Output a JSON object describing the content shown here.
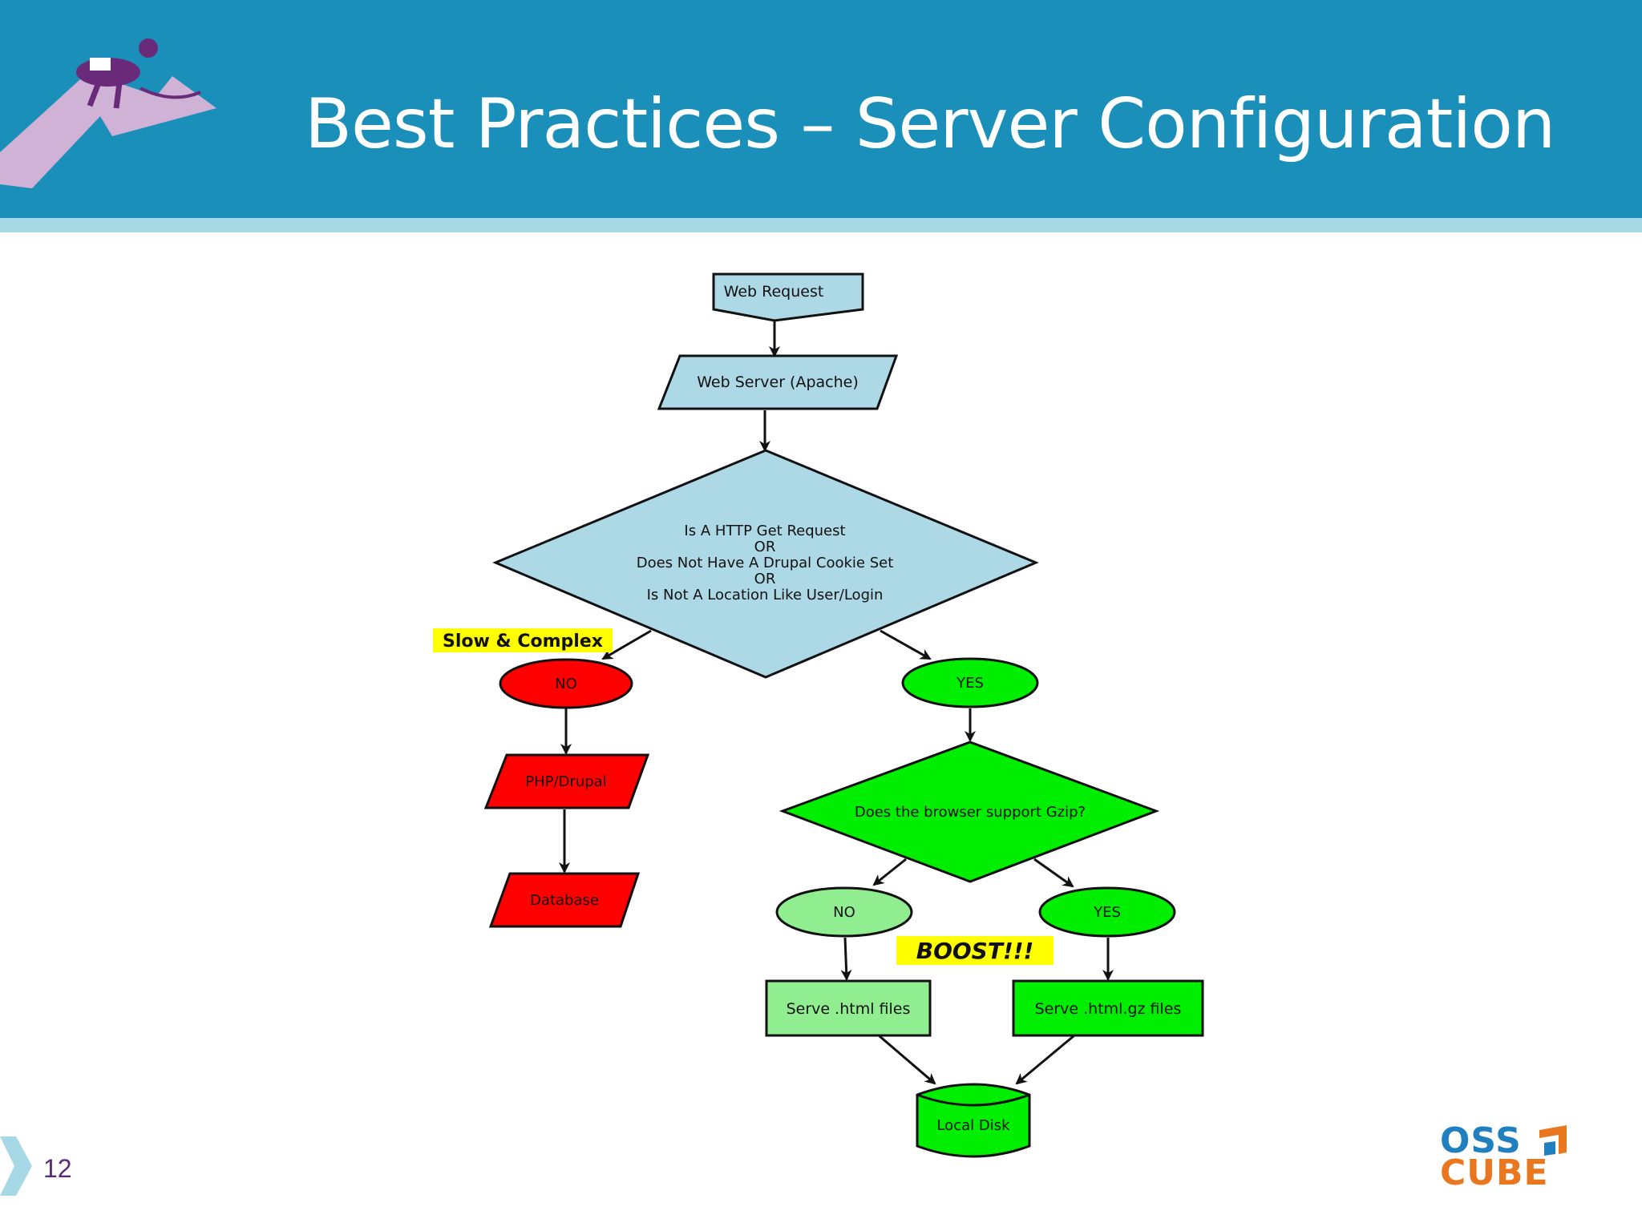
{
  "slide": {
    "title": "Best Practices – Server Configuration",
    "page_number": "12"
  },
  "brand": {
    "line1": "OSS",
    "line2": "CUBE",
    "colors": {
      "blue": "#1f7fbf",
      "orange": "#e8771f"
    }
  },
  "colors": {
    "header": "#1a8fba",
    "header_stripe": "#a6d8e6",
    "light_blue_node": "#add8e6",
    "red_node": "#ff0000",
    "green_node": "#00ee00",
    "light_green_node": "#90ee90",
    "highlight_yellow": "#ffff00"
  },
  "flowchart": {
    "nodes": {
      "web_request": "Web Request",
      "web_server": "Web Server (Apache)",
      "decision_http": {
        "line1": "Is A HTTP Get Request",
        "line2": "OR",
        "line3": "Does Not Have A Drupal Cookie Set",
        "line4": "OR",
        "line5": "Is Not A Location Like User/Login"
      },
      "no_1": "NO",
      "yes_1": "YES",
      "php_drupal": "PHP/Drupal",
      "database": "Database",
      "decision_gzip": "Does the browser support Gzip?",
      "no_2": "NO",
      "yes_2": "YES",
      "serve_html": "Serve .html files",
      "serve_html_gz": "Serve .html.gz files",
      "local_disk": "Local Disk"
    },
    "annotations": {
      "slow_complex": "Slow & Complex",
      "boost": "BOOST!!!"
    }
  }
}
